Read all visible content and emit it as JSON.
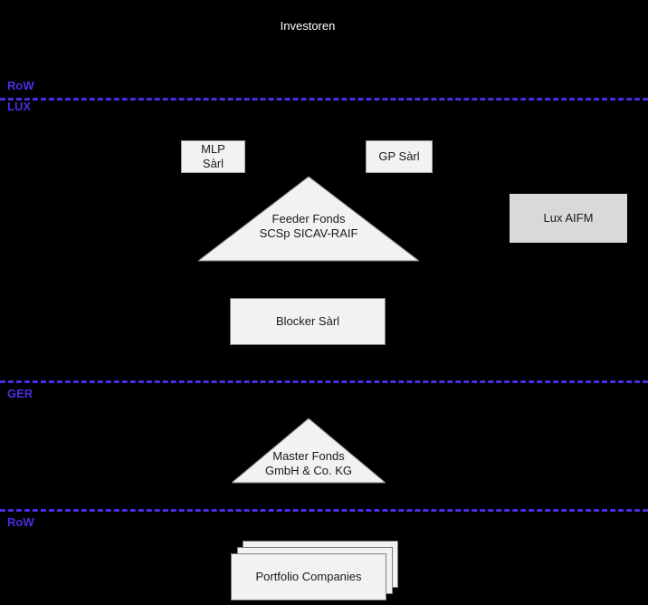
{
  "diagram": {
    "title": "Fund structure chart",
    "background_color": "#000000",
    "accent_color": "#4b2ee0",
    "box_fill": "#f2f2f2",
    "shaded_fill": "#d9d9d9",
    "text_color_light": "#ffffff",
    "text_color_dark": "#1a1a1a"
  },
  "investors": {
    "label": "Investoren"
  },
  "regions": [
    {
      "name": "row-top",
      "label": "RoW"
    },
    {
      "name": "lux",
      "label": "LUX"
    },
    {
      "name": "ger",
      "label": "GER"
    },
    {
      "name": "row-bottom",
      "label": "RoW"
    }
  ],
  "entities": {
    "mlp": {
      "line1": "MLP",
      "line2": "Sàrl"
    },
    "gp": {
      "label": "GP Sàrl"
    },
    "lux_aifm": {
      "label": "Lux AIFM"
    },
    "feeder_fund": {
      "line1": "Feeder Fonds",
      "line2": "SCSp SICAV-RAIF"
    },
    "blocker": {
      "label": "Blocker Sàrl"
    },
    "master_fund": {
      "line1": "Master Fonds",
      "line2": "GmbH & Co. KG"
    },
    "portfolio": {
      "label": "Portfolio Companies"
    }
  }
}
